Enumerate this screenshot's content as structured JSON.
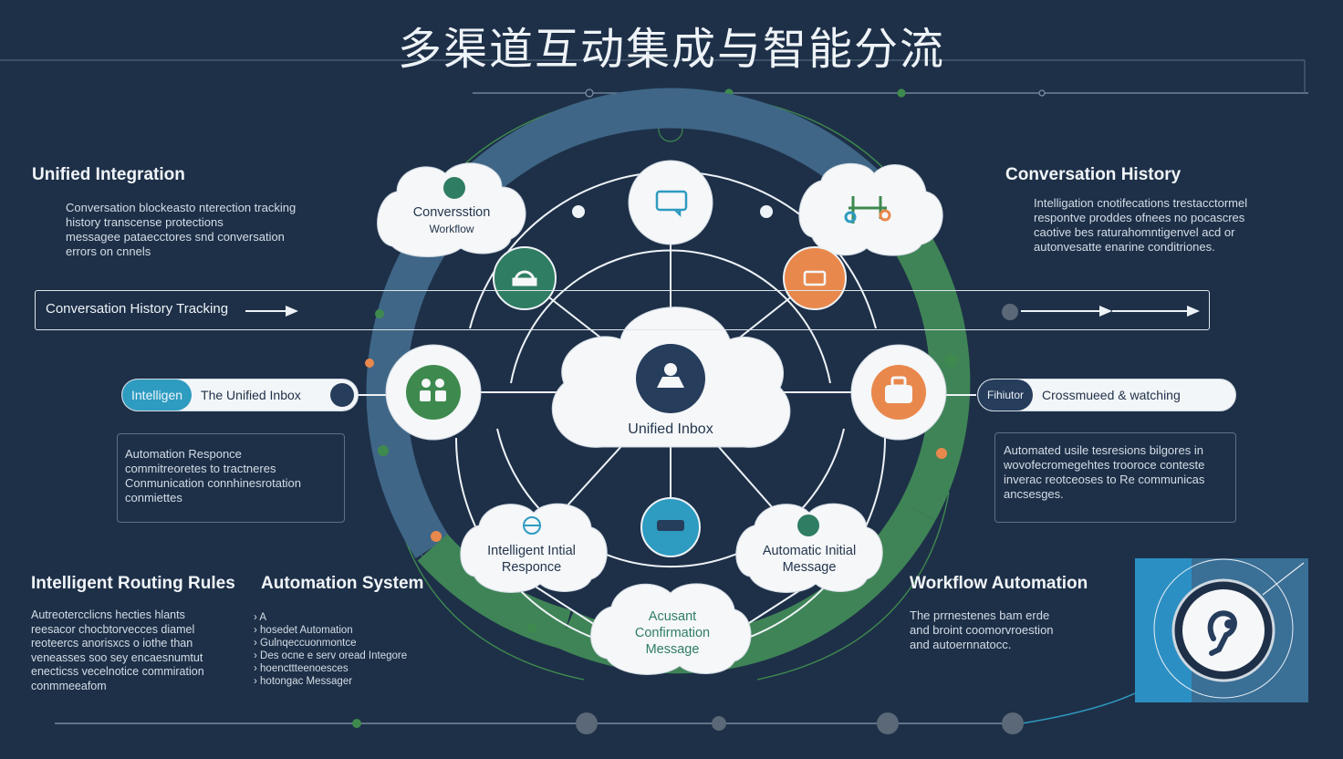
{
  "title": "多渠道互动集成与智能分流",
  "hub": {
    "label": "Unified Inbox"
  },
  "nodes": {
    "conversation_workflow": [
      "Conversstion",
      "Workflow"
    ],
    "intelligent_initial_response": [
      "Intelligent Intial",
      "Responce"
    ],
    "automatic_initial_message": [
      "Automatic Initial",
      "Message"
    ],
    "confirmation_message": [
      "Acusant",
      "Confirmation",
      "Message"
    ]
  },
  "bars": {
    "tracking_label": "Conversation History Tracking",
    "left_pill": {
      "tag": "Intelligen",
      "label": "The Unified Inbox"
    },
    "right_pill": {
      "tag": "Fihiutor",
      "label": "Crossmueed & watching"
    }
  },
  "sections": {
    "unified_integration": {
      "heading": "Unified Integration",
      "lines": [
        "Conversation blockeasto nterection tracking",
        "history transcense protections",
        "messagee pataecctores snd conversation",
        "errors on cnnels"
      ]
    },
    "conversation_history": {
      "heading": "Conversation History",
      "lines": [
        "Intelligation cnotifecations trestacctormel",
        "respontve proddes ofnees no pocascres",
        "caotive bes raturahomntigenvel acd or",
        "autonvesatte enarine conditriones."
      ]
    },
    "automation_response": {
      "lines": [
        "Automation Responce",
        "commitreoretes to tractneres",
        "Conmunication connhinesrotation",
        "conmiettes"
      ]
    },
    "automated_right": {
      "lines": [
        "Automated usile tesresions bilgores in",
        "wovofecromegehtes trooroce conteste",
        "inverac reotceoses to Re communicas",
        "ancsesges."
      ]
    },
    "intelligent_routing": {
      "heading": "Intelligent Routing Rules",
      "lines": [
        "Autreotercclicns hecties hlants",
        "reesacor chocbtorvecces diamel",
        "reoteercs anorisxcs o iothe than",
        "veneasses soo sey encaesnumtut",
        "enecticss vecelnotice commiration",
        "conmmeeafom"
      ]
    },
    "automation_system": {
      "heading": "Automation System",
      "lines": [
        "A",
        "hosedet Automation",
        "Gulnqeccuonmontce",
        "Des ocne e serv oread Integore",
        "hoencttteenoesces",
        "hotongac Messager"
      ]
    },
    "workflow_automation": {
      "heading": "Workflow Automation",
      "lines": [
        "The prrnestenes bam erde",
        "and broint coomorvroestion",
        "and autoernnatocc."
      ]
    }
  },
  "colors": {
    "background": "#1e3048",
    "ring_blue": "#3f6686",
    "ring_green": "#3f8456",
    "teal": "#2e9bc0",
    "orange": "#e9884c",
    "green": "#3e8a4e",
    "navy": "#263d5c"
  },
  "icons": [
    "chat-icon",
    "headset-icon",
    "chart-icon",
    "inbox-icon",
    "users-icon",
    "briefcase-icon",
    "globe-icon",
    "message-icon",
    "phone-icon",
    "link-icon",
    "settings-icon"
  ]
}
